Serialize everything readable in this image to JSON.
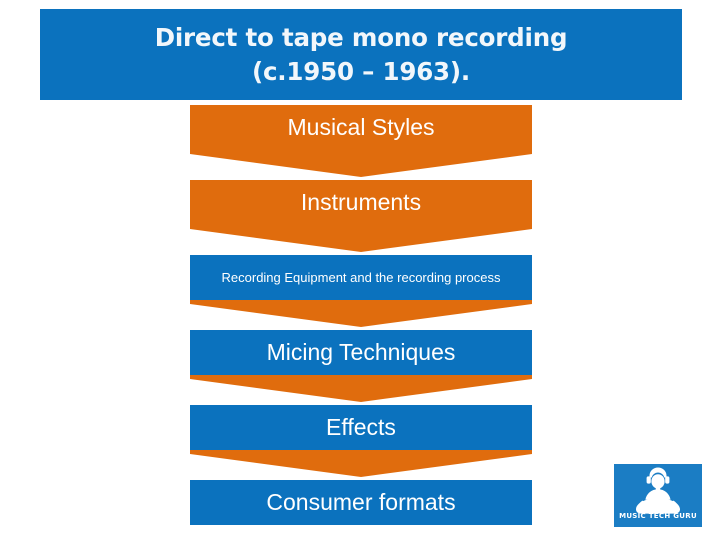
{
  "title": {
    "line1": "Direct to tape mono recording",
    "line2": "(c.1950 – 1963).",
    "background_color": "#0b72be",
    "text_color": "#f2f7fb"
  },
  "colors": {
    "orange": "#e06c0d",
    "blue": "#0b72be",
    "tail": "#e06c0d",
    "page_background": "#ffffff"
  },
  "steps": [
    {
      "label": "Musical Styles",
      "color": "orange",
      "text_size": "large"
    },
    {
      "label": "Instruments",
      "color": "orange",
      "text_size": "large"
    },
    {
      "label": "Recording Equipment and the recording process",
      "color": "blue",
      "text_size": "small"
    },
    {
      "label": "Micing Techniques",
      "color": "blue",
      "text_size": "large"
    },
    {
      "label": "Effects",
      "color": "blue",
      "text_size": "large"
    },
    {
      "label": "Consumer formats",
      "color": "blue",
      "text_size": "large"
    }
  ],
  "logo": {
    "text": "MUSIC TECH GURU",
    "background_color": "#1b7dc4",
    "icon": "seated-figure-with-headphones-icon"
  }
}
